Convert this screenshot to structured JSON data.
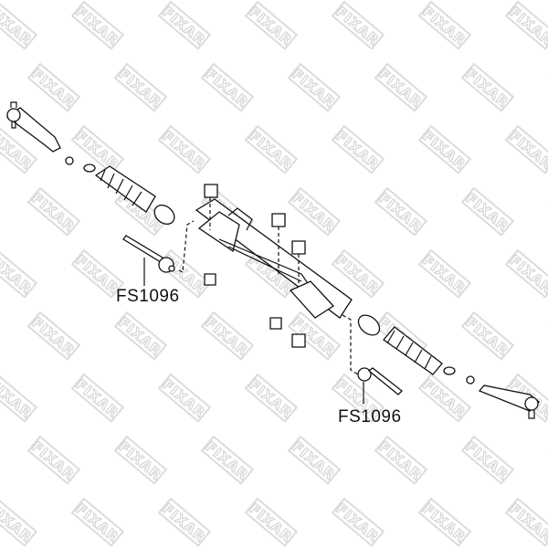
{
  "watermark": {
    "text": "FIXAR",
    "color": "#d6d6d6"
  },
  "labels": {
    "left_part": "FS1096",
    "right_part": "FS1096"
  }
}
